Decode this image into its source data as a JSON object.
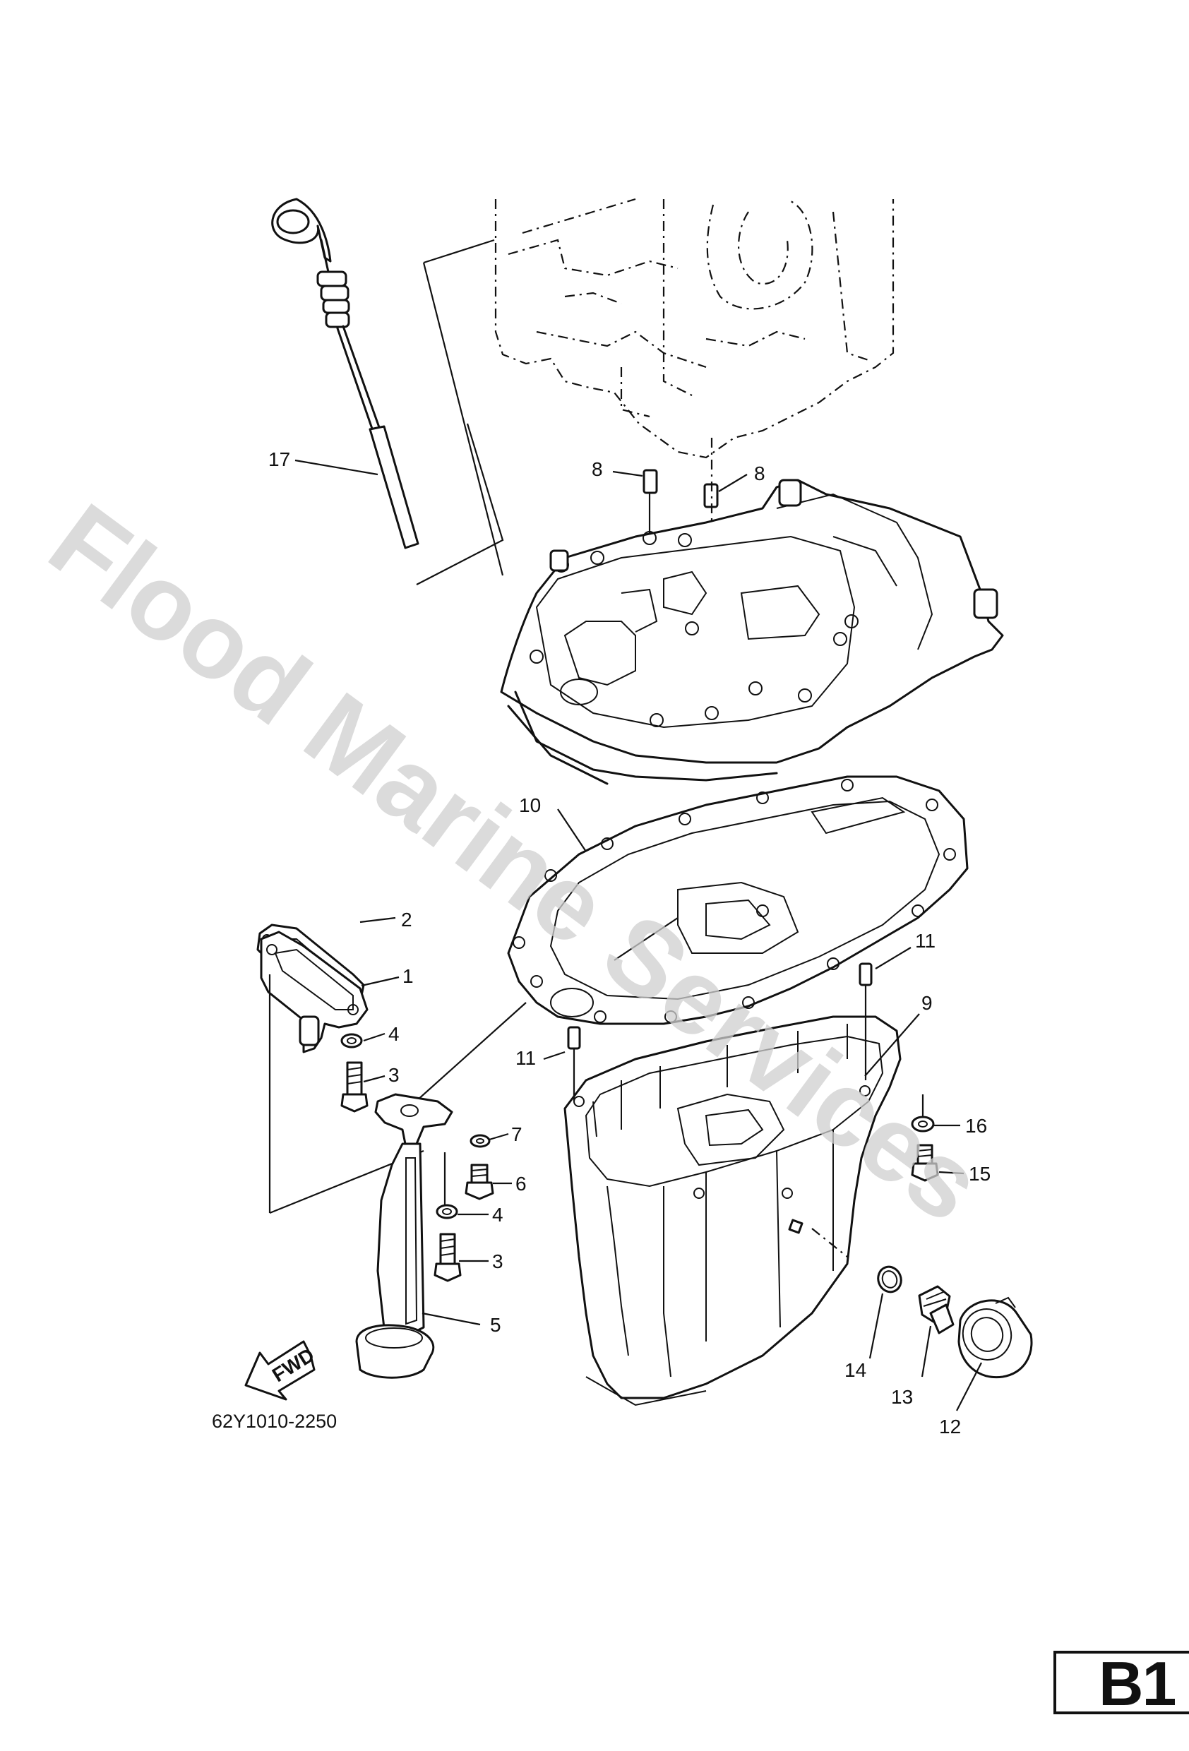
{
  "watermark": "Flood Marine Services",
  "diagram_code": "62Y1010-2250",
  "page_badge": "B1",
  "fwd_arrow": {
    "label": "FWD",
    "icon": "fwd-arrow-icon"
  },
  "callouts": [
    {
      "id": "callout-17",
      "text": "17"
    },
    {
      "id": "callout-8a",
      "text": "8"
    },
    {
      "id": "callout-8b",
      "text": "8"
    },
    {
      "id": "callout-10",
      "text": "10"
    },
    {
      "id": "callout-2",
      "text": "2"
    },
    {
      "id": "callout-1",
      "text": "1"
    },
    {
      "id": "callout-4a",
      "text": "4"
    },
    {
      "id": "callout-3a",
      "text": "3"
    },
    {
      "id": "callout-11a",
      "text": "11"
    },
    {
      "id": "callout-11b",
      "text": "11"
    },
    {
      "id": "callout-9",
      "text": "9"
    },
    {
      "id": "callout-7",
      "text": "7"
    },
    {
      "id": "callout-6",
      "text": "6"
    },
    {
      "id": "callout-4b",
      "text": "4"
    },
    {
      "id": "callout-3b",
      "text": "3"
    },
    {
      "id": "callout-5",
      "text": "5"
    },
    {
      "id": "callout-16",
      "text": "16"
    },
    {
      "id": "callout-15",
      "text": "15"
    },
    {
      "id": "callout-14",
      "text": "14"
    },
    {
      "id": "callout-13",
      "text": "13"
    },
    {
      "id": "callout-12",
      "text": "12"
    }
  ]
}
